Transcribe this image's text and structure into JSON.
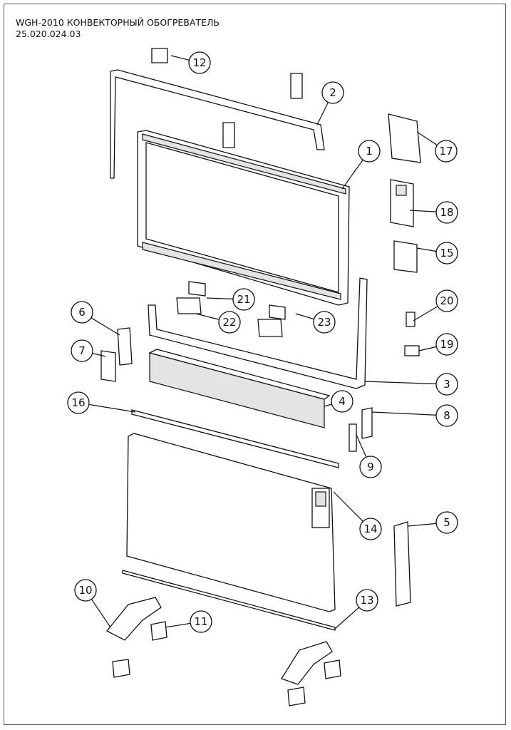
{
  "title": {
    "line1": "WGH-2010 КОНВЕКТОРНЫЙ ОБОГРЕВАТЕЛЬ",
    "line2": "25.020.024.03"
  },
  "callouts": [
    "12",
    "2",
    "1",
    "17",
    "18",
    "15",
    "21",
    "22",
    "23",
    "20",
    "6",
    "7",
    "19",
    "3",
    "4",
    "8",
    "16",
    "9",
    "14",
    "5",
    "10",
    "13",
    "11"
  ]
}
